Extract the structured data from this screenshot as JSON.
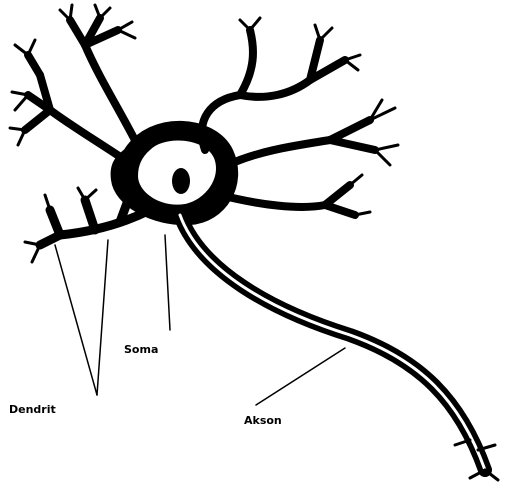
{
  "labels": {
    "soma": "Soma",
    "dendrit": "Dendrit",
    "akson": "Akson"
  },
  "colors": {
    "ink": "#000000",
    "background": "#ffffff"
  }
}
